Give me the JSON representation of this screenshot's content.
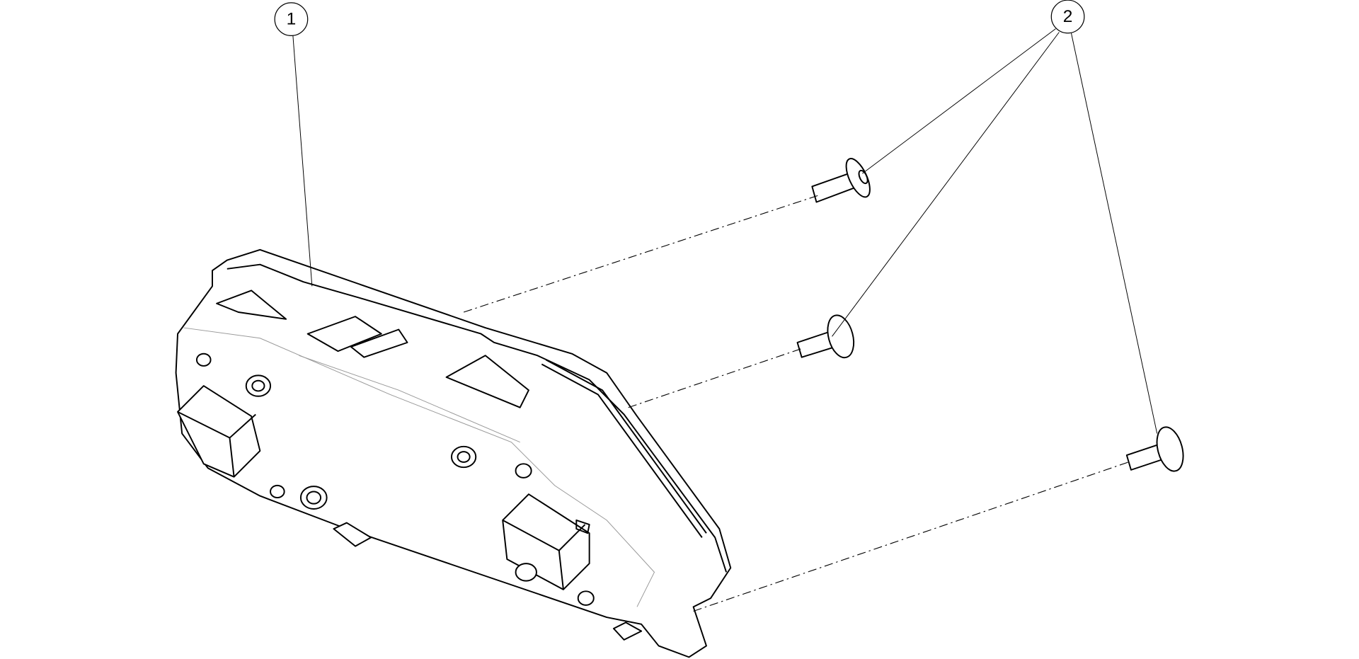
{
  "callouts": [
    {
      "label": "1",
      "part": "housing"
    },
    {
      "label": "2",
      "part": "screw"
    }
  ]
}
